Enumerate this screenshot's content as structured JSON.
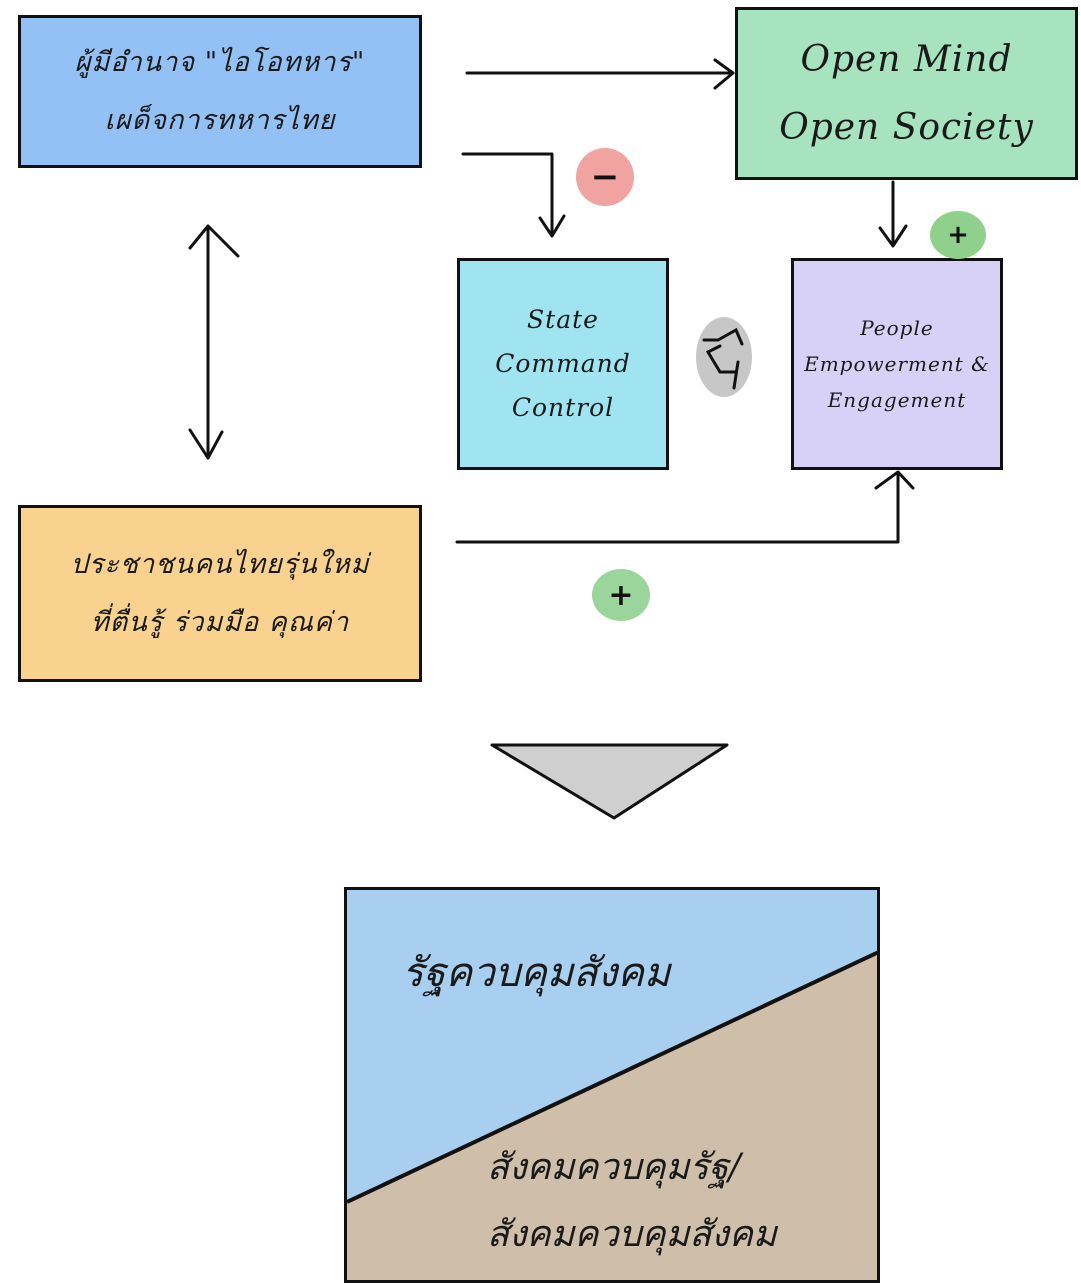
{
  "diagram": {
    "box_thai_top": {
      "lines": [
        "ผู้มีอำนาจ \"ไอโอทหาร\"",
        "เผด็จการทหารไทย"
      ],
      "color": "#93c1f6"
    },
    "box_open": {
      "lines": [
        "Open Mind",
        "Open Society"
      ],
      "color": "#a8e3bf"
    },
    "box_state": {
      "lines": [
        "State",
        "Command",
        "Control"
      ],
      "color": "#9fe4f0"
    },
    "box_people": {
      "lines": [
        "People",
        "Empowerment &",
        "Engagement"
      ],
      "color": "#d8d1f7"
    },
    "box_thai_bottom": {
      "lines": [
        "ประชาชนคนไทยรุ่นใหม่",
        "ที่ตื่นรู้ ร่วมมือ คุณค่า"
      ],
      "color": "#f9d28f"
    },
    "badges": {
      "minus": "−",
      "plus_top": "+",
      "plus_bottom": "+"
    },
    "result": {
      "top_text": "รัฐควบคุมสังคม",
      "bottom_lines": [
        "สังคมควบคุมรัฐ/",
        "สังคมควบคุมสังคม"
      ],
      "top_color": "#a9cff0",
      "bottom_color": "#cfbea9"
    }
  }
}
